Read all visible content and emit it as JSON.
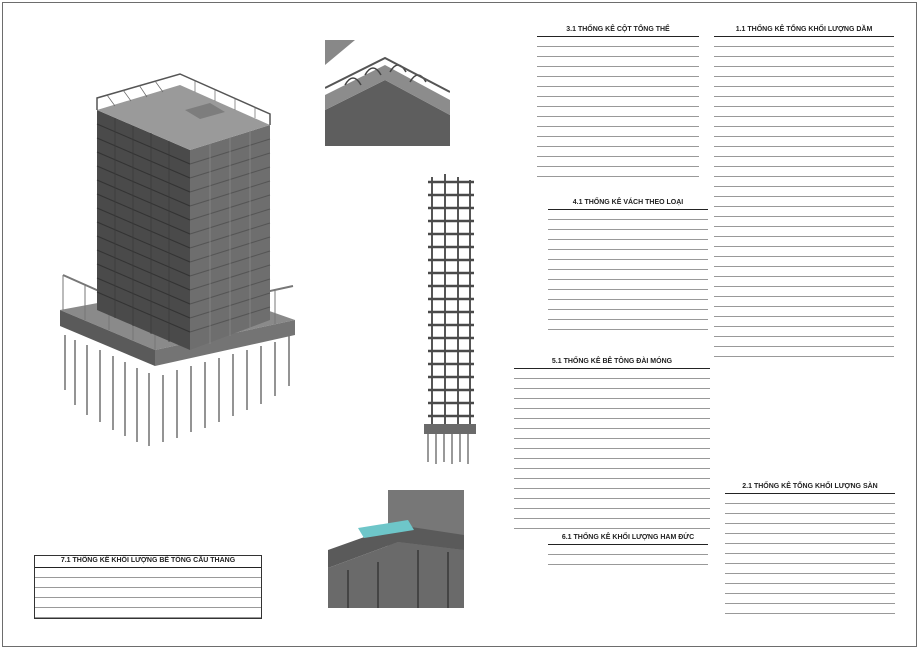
{
  "sheet": {
    "title_block_lines": [
      "",
      ""
    ]
  },
  "views": [
    {
      "name": "isometric-building-view"
    },
    {
      "name": "roof-detail-view"
    },
    {
      "name": "frame-elevation-view"
    },
    {
      "name": "stair-detail-view"
    }
  ],
  "schedules": {
    "cot": {
      "title": "3.1 THỐNG KÊ CỘT TỔNG THỂ",
      "columns": [
        "",
        "",
        "",
        "",
        "",
        "",
        ""
      ],
      "rows": [
        [
          "",
          "",
          "",
          "",
          "",
          "",
          ""
        ],
        [
          "",
          "",
          "",
          "",
          "",
          "",
          ""
        ],
        [
          "",
          "",
          "",
          "",
          "",
          "",
          ""
        ],
        [
          "",
          "",
          "",
          "",
          "",
          "",
          ""
        ],
        [
          "",
          "",
          "",
          "",
          "",
          "",
          ""
        ],
        [
          "",
          "",
          "",
          "",
          "",
          "",
          ""
        ],
        [
          "",
          "",
          "",
          "",
          "",
          "",
          ""
        ],
        [
          "",
          "",
          "",
          "",
          "",
          "",
          ""
        ],
        [
          "",
          "",
          "",
          "",
          "",
          "",
          ""
        ],
        [
          "",
          "",
          "",
          "",
          "",
          "",
          ""
        ],
        [
          "",
          "",
          "",
          "",
          "",
          "",
          ""
        ],
        [
          "",
          "",
          "",
          "",
          "",
          "",
          ""
        ],
        [
          "",
          "",
          "",
          "",
          "",
          "",
          ""
        ],
        [
          "",
          "",
          "",
          "",
          "",
          "",
          ""
        ]
      ]
    },
    "vach": {
      "title": "4.1 THỐNG KÊ VÁCH THEO LOẠI",
      "columns": [
        "",
        "",
        "",
        "",
        "",
        ""
      ],
      "rows": [
        [
          "",
          "",
          "",
          "",
          "",
          ""
        ],
        [
          "",
          "",
          "",
          "",
          "",
          ""
        ],
        [
          "",
          "",
          "",
          "",
          "",
          ""
        ],
        [
          "",
          "",
          "",
          "",
          "",
          ""
        ],
        [
          "",
          "",
          "",
          "",
          "",
          ""
        ],
        [
          "",
          "",
          "",
          "",
          "",
          ""
        ],
        [
          "",
          "",
          "",
          "",
          "",
          ""
        ],
        [
          "",
          "",
          "",
          "",
          "",
          ""
        ],
        [
          "",
          "",
          "",
          "",
          "",
          ""
        ],
        [
          "",
          "",
          "",
          "",
          "",
          ""
        ],
        [
          "",
          "",
          "",
          "",
          "",
          ""
        ],
        [
          "",
          "",
          "",
          "",
          "",
          ""
        ]
      ]
    },
    "dai_mong": {
      "title": "5.1 THỐNG KÊ BÊ TÔNG ĐÀI MÓNG",
      "columns": [
        "",
        "",
        "",
        "",
        ""
      ],
      "rows": [
        [
          "",
          "",
          "",
          "",
          ""
        ],
        [
          "",
          "",
          "",
          "",
          ""
        ],
        [
          "",
          "",
          "",
          "",
          ""
        ],
        [
          "",
          "",
          "",
          "",
          ""
        ],
        [
          "",
          "",
          "",
          "",
          ""
        ],
        [
          "",
          "",
          "",
          "",
          ""
        ],
        [
          "",
          "",
          "",
          "",
          ""
        ],
        [
          "",
          "",
          "",
          "",
          ""
        ],
        [
          "",
          "",
          "",
          "",
          ""
        ],
        [
          "",
          "",
          "",
          "",
          ""
        ],
        [
          "",
          "",
          "",
          "",
          ""
        ],
        [
          "",
          "",
          "",
          "",
          ""
        ],
        [
          "",
          "",
          "",
          "",
          ""
        ],
        [
          "",
          "",
          "",
          "",
          ""
        ],
        [
          "",
          "",
          "",
          "",
          ""
        ],
        [
          "",
          "",
          "",
          "",
          ""
        ]
      ]
    },
    "ham_duc": {
      "title": "6.1 THỐNG KÊ KHỐI LƯỢNG HAM ĐỨC",
      "columns": [
        "",
        "",
        "",
        ""
      ],
      "rows": [
        [
          "",
          "",
          "",
          ""
        ],
        [
          "",
          "",
          "",
          ""
        ]
      ]
    },
    "dam": {
      "title": "1.1 THỐNG KÊ TỔNG KHỐI LƯỢNG DẦM",
      "columns": [
        "",
        "",
        "",
        "",
        "",
        "",
        "",
        ""
      ],
      "rows": [
        [
          "",
          "",
          "",
          "",
          "",
          "",
          "",
          ""
        ],
        [
          "",
          "",
          "",
          "",
          "",
          "",
          "",
          ""
        ],
        [
          "",
          "",
          "",
          "",
          "",
          "",
          "",
          ""
        ],
        [
          "",
          "",
          "",
          "",
          "",
          "",
          "",
          ""
        ],
        [
          "",
          "",
          "",
          "",
          "",
          "",
          "",
          ""
        ],
        [
          "",
          "",
          "",
          "",
          "",
          "",
          "",
          ""
        ],
        [
          "",
          "",
          "",
          "",
          "",
          "",
          "",
          ""
        ],
        [
          "",
          "",
          "",
          "",
          "",
          "",
          "",
          ""
        ],
        [
          "",
          "",
          "",
          "",
          "",
          "",
          "",
          ""
        ],
        [
          "",
          "",
          "",
          "",
          "",
          "",
          "",
          ""
        ],
        [
          "",
          "",
          "",
          "",
          "",
          "",
          "",
          ""
        ],
        [
          "",
          "",
          "",
          "",
          "",
          "",
          "",
          ""
        ],
        [
          "",
          "",
          "",
          "",
          "",
          "",
          "",
          ""
        ],
        [
          "",
          "",
          "",
          "",
          "",
          "",
          "",
          ""
        ],
        [
          "",
          "",
          "",
          "",
          "",
          "",
          "",
          ""
        ],
        [
          "",
          "",
          "",
          "",
          "",
          "",
          "",
          ""
        ],
        [
          "",
          "",
          "",
          "",
          "",
          "",
          "",
          ""
        ],
        [
          "",
          "",
          "",
          "",
          "",
          "",
          "",
          ""
        ],
        [
          "",
          "",
          "",
          "",
          "",
          "",
          "",
          ""
        ],
        [
          "",
          "",
          "",
          "",
          "",
          "",
          "",
          ""
        ],
        [
          "",
          "",
          "",
          "",
          "",
          "",
          "",
          ""
        ],
        [
          "",
          "",
          "",
          "",
          "",
          "",
          "",
          ""
        ],
        [
          "",
          "",
          "",
          "",
          "",
          "",
          "",
          ""
        ],
        [
          "",
          "",
          "",
          "",
          "",
          "",
          "",
          ""
        ],
        [
          "",
          "",
          "",
          "",
          "",
          "",
          "",
          ""
        ],
        [
          "",
          "",
          "",
          "",
          "",
          "",
          "",
          ""
        ],
        [
          "",
          "",
          "",
          "",
          "",
          "",
          "",
          ""
        ],
        [
          "",
          "",
          "",
          "",
          "",
          "",
          "",
          ""
        ],
        [
          "",
          "",
          "",
          "",
          "",
          "",
          "",
          ""
        ],
        [
          "",
          "",
          "",
          "",
          "",
          "",
          "",
          ""
        ],
        [
          "",
          "",
          "",
          "",
          "",
          "",
          "",
          ""
        ],
        [
          "",
          "",
          "",
          "",
          "",
          "",
          "",
          ""
        ]
      ]
    },
    "san": {
      "title": "2.1 THỐNG KÊ TỔNG KHỐI LƯỢNG SÀN",
      "columns": [
        "",
        "",
        "",
        "",
        ""
      ],
      "rows": [
        [
          "",
          "",
          "",
          "",
          ""
        ],
        [
          "",
          "",
          "",
          "",
          ""
        ],
        [
          "",
          "",
          "",
          "",
          ""
        ],
        [
          "",
          "",
          "",
          "",
          ""
        ],
        [
          "",
          "",
          "",
          "",
          ""
        ],
        [
          "",
          "",
          "",
          "",
          ""
        ],
        [
          "",
          "",
          "",
          "",
          ""
        ],
        [
          "",
          "",
          "",
          "",
          ""
        ],
        [
          "",
          "",
          "",
          "",
          ""
        ],
        [
          "",
          "",
          "",
          "",
          ""
        ],
        [
          "",
          "",
          "",
          "",
          ""
        ],
        [
          "",
          "",
          "",
          "",
          ""
        ]
      ]
    },
    "cau_thang": {
      "title": "7.1 THỐNG KÊ KHỐI LƯỢNG BÊ TÔNG CẦU THANG",
      "columns": [
        "",
        "",
        "",
        ""
      ],
      "rows": [
        [
          "",
          "",
          "",
          ""
        ],
        [
          "",
          "",
          "",
          ""
        ],
        [
          "",
          "",
          "",
          ""
        ],
        [
          "",
          "",
          "",
          ""
        ],
        [
          "",
          "",
          "",
          ""
        ]
      ]
    }
  },
  "colors": {
    "frame": "#6d6d6d",
    "model_dark": "#4a4a4a",
    "model_mid": "#6e6e6e",
    "model_light": "#9a9a9a",
    "highlight": "#6ec6c9"
  }
}
